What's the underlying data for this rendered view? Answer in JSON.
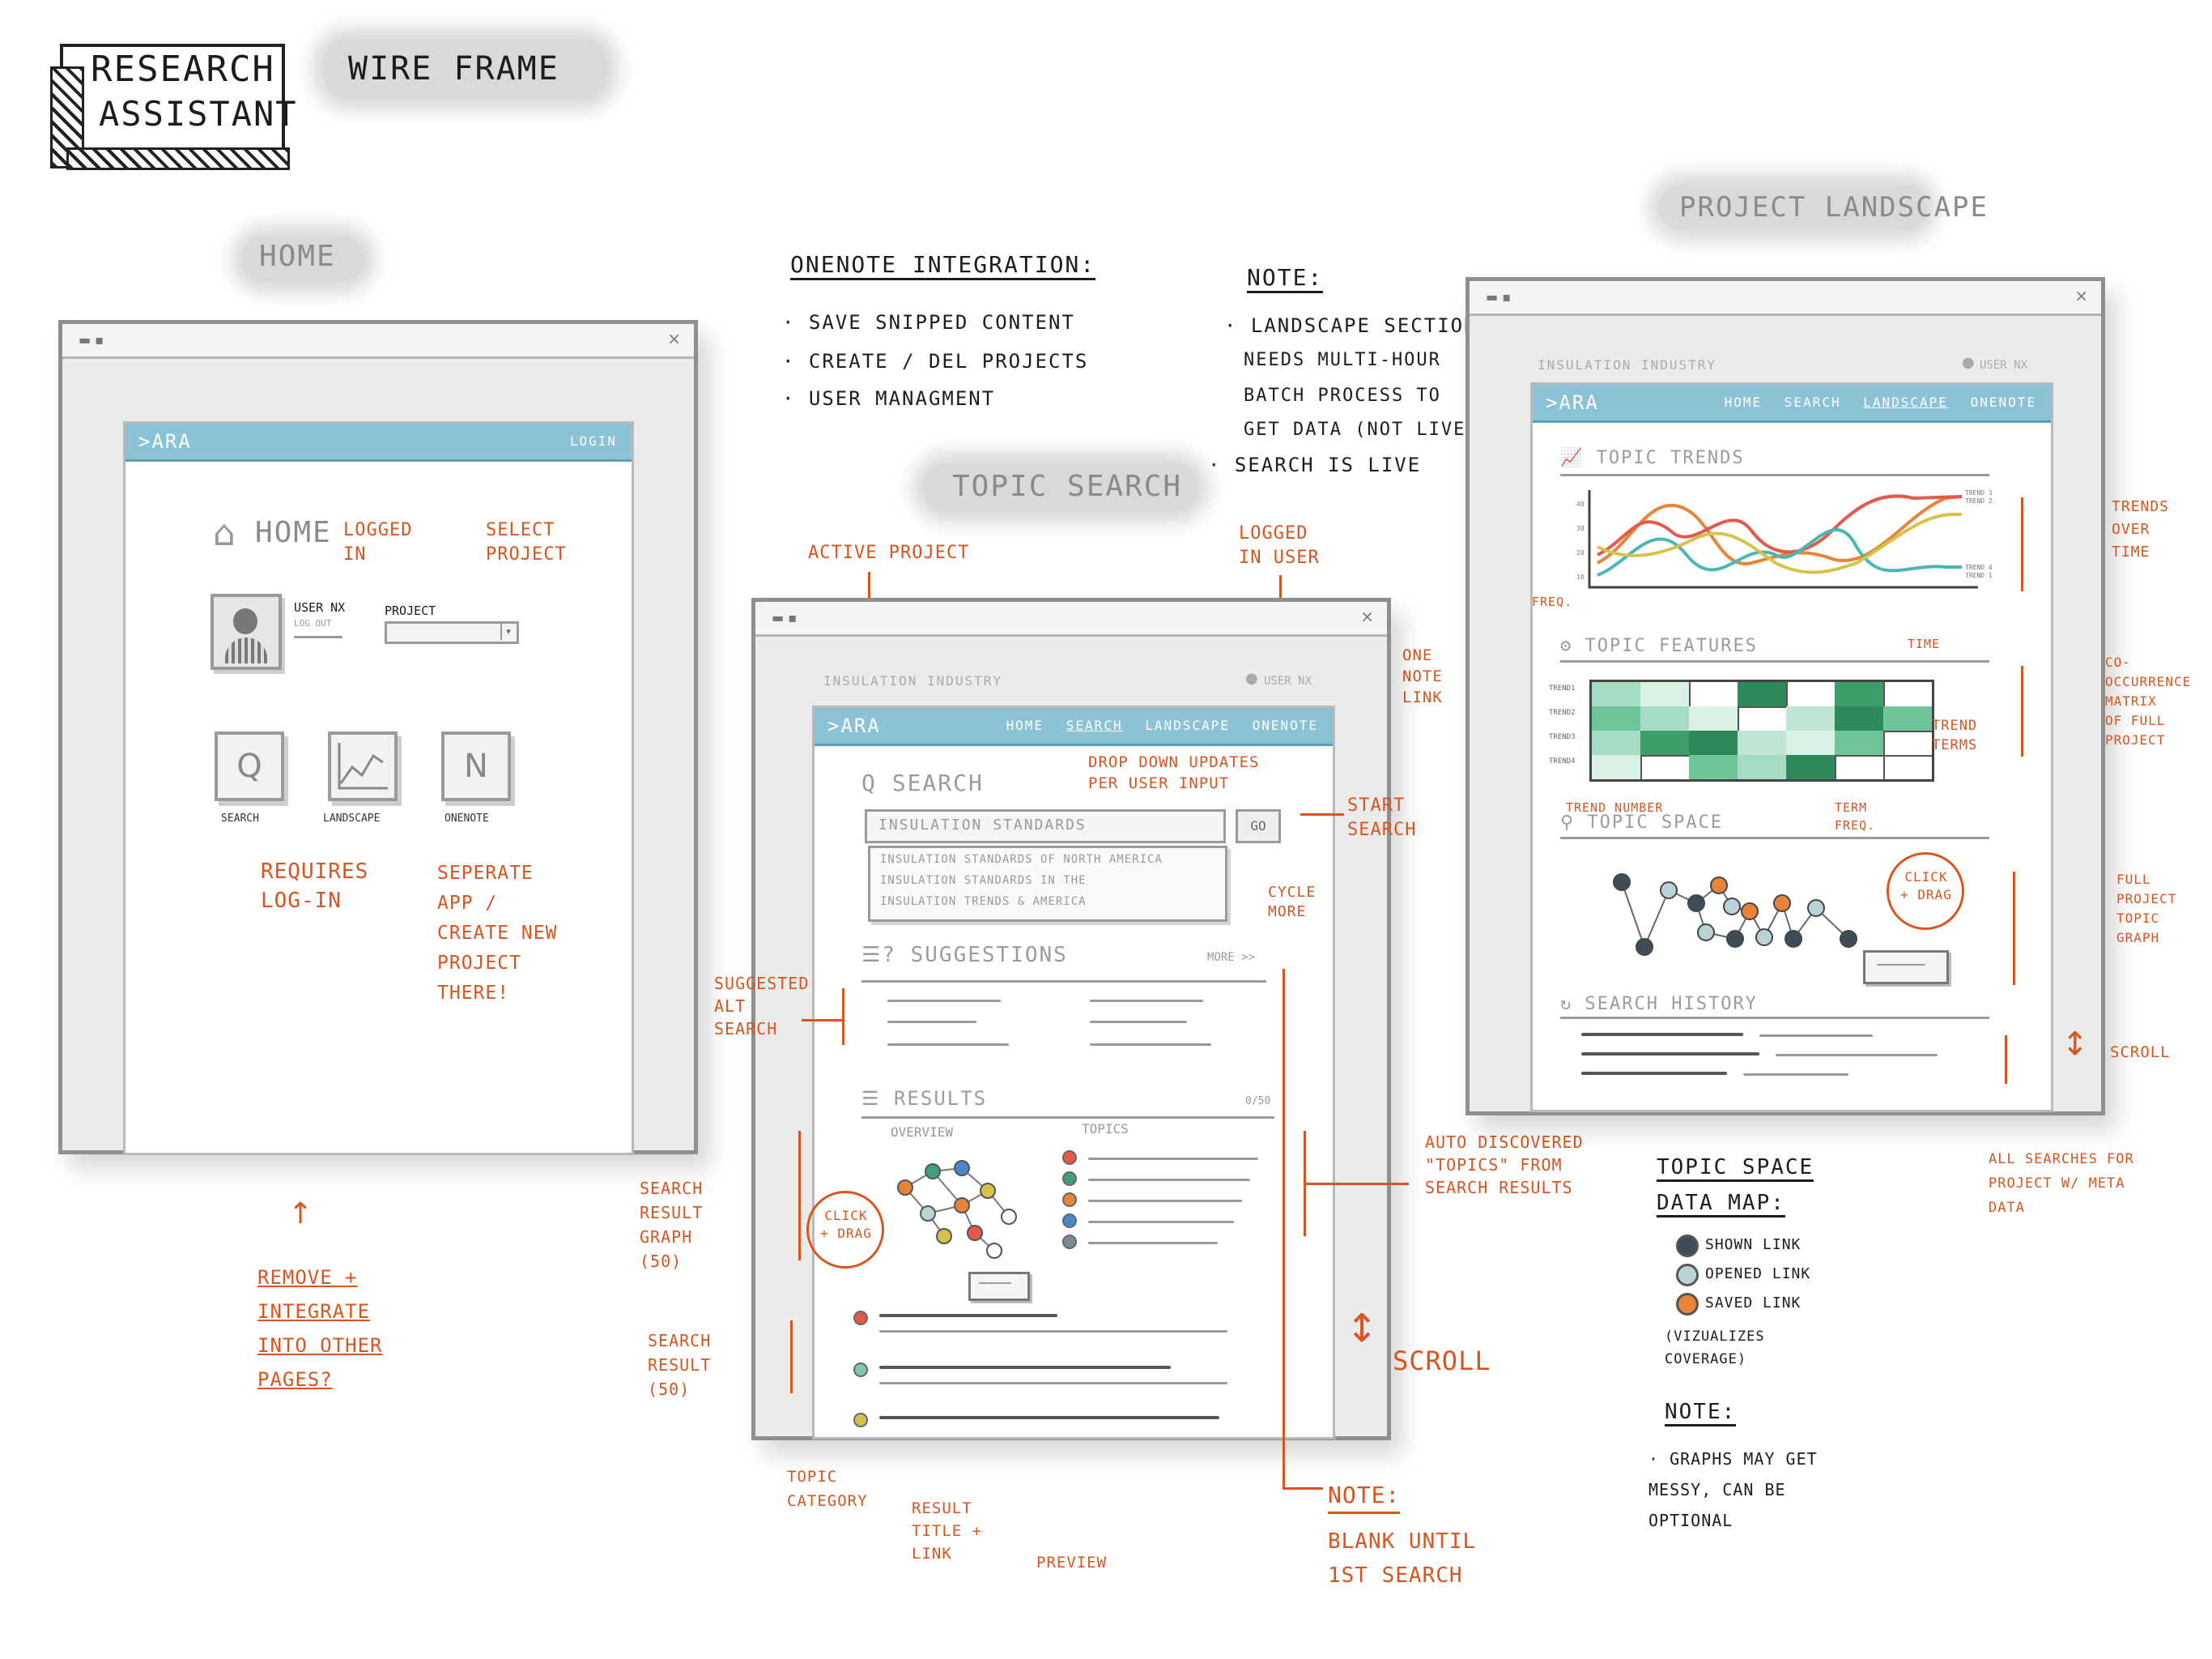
{
  "header": {
    "logo_line1": "RESEARCH",
    "logo_line2": "ASSISTANT",
    "wireframe": "WIRE FRAME"
  },
  "home": {
    "label": "HOME",
    "brand": ">ARA",
    "login": "LOGIN",
    "heading": "HOME",
    "user_name": "USER NX",
    "logout": "LOG OUT",
    "project_label": "PROJECT",
    "icons": [
      "SEARCH",
      "LANDSCAPE",
      "ONENOTE"
    ],
    "annotations": {
      "logged_in": "LOGGED IN",
      "select_project": "SELECT PROJECT",
      "requires_login": "REQUIRES LOG-IN",
      "separate_app": "SEPERATE APP / CREATE NEW PROJECT THERE!",
      "remove": "REMOVE + INTEGRATE INTO OTHER PAGES?"
    }
  },
  "onenote_note": {
    "title": "ONENOTE INTEGRATION:",
    "items": [
      "SAVE SNIPPED CONTENT",
      "CREATE / DEL PROJECTS",
      "USER MANAGMENT"
    ]
  },
  "landscape_note": {
    "title": "NOTE:",
    "line1": "LANDSCAPE SECTION",
    "line2": "NEEDS MULTI-HOUR",
    "line3": "BATCH PROCESS TO",
    "line4": "GET DATA (NOT LIVE)",
    "line5": "SEARCH IS LIVE"
  },
  "topic_search": {
    "label": "TOPIC SEARCH",
    "project": "INSULATION INDUSTRY",
    "user": "USER NX",
    "brand": ">ARA",
    "nav": [
      "HOME",
      "SEARCH",
      "LANDSCAPE",
      "ONENOTE"
    ],
    "search_title": "SEARCH",
    "query": "INSULATION STANDARDS",
    "go": "GO",
    "dropdown": [
      "INSULATION STANDARDS OF NORTH AMERICA",
      "INSULATION STANDARDS IN THE",
      "INSULATION TRENDS & AMERICA"
    ],
    "suggestions_title": "SUGGESTIONS",
    "more": "MORE >>",
    "results_title": "RESULTS",
    "results_info": "0/50",
    "overview": "OVERVIEW",
    "topics": "TOPICS",
    "annotations": {
      "active_project": "ACTIVE PROJECT",
      "logged_in_user": "LOGGED IN USER",
      "onenote_link": "ONE NOTE LINK",
      "dropdown_updates": "DROP DOWN UPDATES PER USER INPUT",
      "start_search": "START SEARCH",
      "cycle_more": "CYCLE MORE",
      "suggested_alt": "SUGGESTED ALT SEARCH",
      "auto_topics": "AUTO DISCOVERED \"TOPICS\" FROM SEARCH RESULTS",
      "result_graph": "SEARCH RESULT GRAPH (50)",
      "click_drag": "CLICK + DRAG",
      "search_result": "SEARCH RESULT (50)",
      "scroll": "SCROLL",
      "topic_category": "TOPIC CATEGORY",
      "result_title": "RESULT TITLE + LINK",
      "preview": "PREVIEW",
      "note": "NOTE:",
      "blank": "BLANK UNTIL 1ST SEARCH"
    }
  },
  "landscape": {
    "label": "PROJECT LANDSCAPE",
    "project": "INSULATION INDUSTRY",
    "user": "USER NX",
    "brand": ">ARA",
    "nav": [
      "HOME",
      "SEARCH",
      "LANDSCAPE",
      "ONENOTE"
    ],
    "trends_title": "TOPIC TRENDS",
    "features_title": "TOPIC FEATURES",
    "space_title": "TOPIC SPACE",
    "history_title": "SEARCH HISTORY",
    "rows": [
      "TREND1",
      "TREND2",
      "TREND3",
      "TREND4"
    ],
    "annotations": {
      "freq": "FREQ.",
      "time": "TIME",
      "trends_over_time": "TRENDS OVER TIME",
      "co_occurrence": "CO-OCCURRENCE MATRIX OF FULL PROJECT",
      "trend_terms": "TREND TERMS",
      "trend_number": "TREND NUMBER",
      "term_freq": "TERM FREQ.",
      "click_drag": "CLICK + DRAG",
      "full_graph": "FULL PROJECT TOPIC GRAPH",
      "scroll": "SCROLL",
      "all_searches": "ALL SEARCHES FOR PROJECT W/ META DATA"
    }
  },
  "datamap": {
    "title1": "TOPIC SPACE",
    "title2": "DATA MAP:",
    "items": [
      "SHOWN LINK",
      "OPENED LINK",
      "SAVED LINK"
    ],
    "caption": "(VIZUALIZES COVERAGE)",
    "note_title": "NOTE:",
    "note_text": "GRAPHS MAY GET MESSY, CAN BE OPTIONAL"
  },
  "colors": {
    "accent": "#d9541e",
    "appbar": "#8cc2d6",
    "saved": "#e8833a",
    "opened": "#b9d3d6",
    "shown": "#3d4d57"
  }
}
